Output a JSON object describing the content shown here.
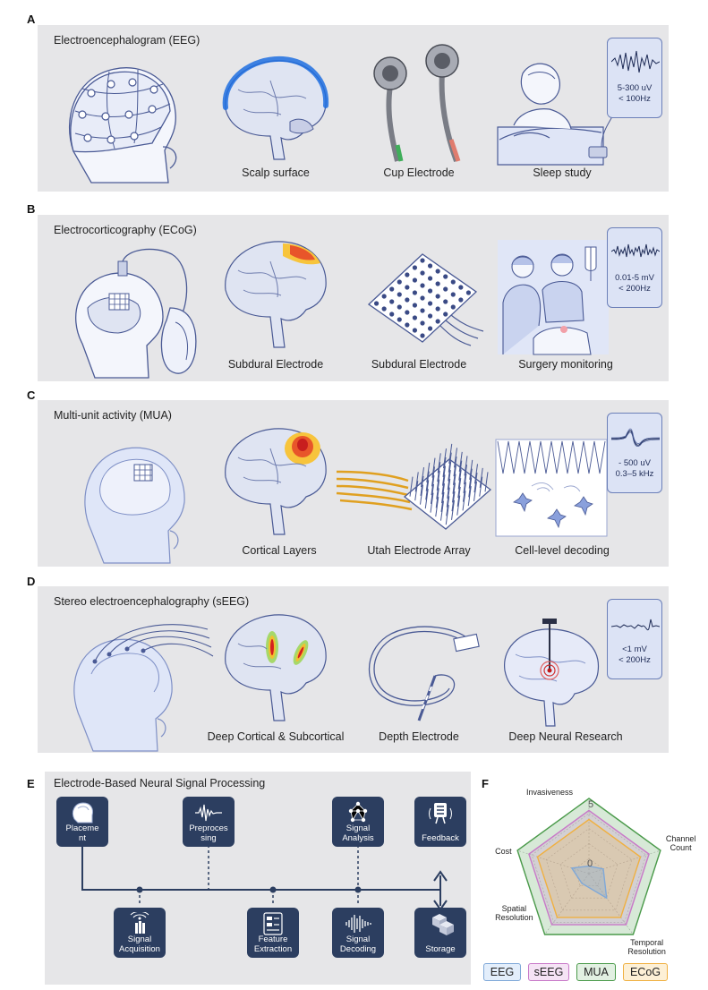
{
  "panels": {
    "a": {
      "letter": "A",
      "title": "Electroencephalogram (EEG)",
      "captions": [
        "Scalp surface",
        "Cup Electrode",
        "Sleep study"
      ],
      "signal": {
        "line1": "5-300 uV",
        "line2": "< 100Hz"
      }
    },
    "b": {
      "letter": "B",
      "title": "Electrocorticography (ECoG)",
      "captions": [
        "Subdural Electrode",
        "Subdural Electrode",
        "Surgery monitoring"
      ],
      "signal": {
        "line1": "0.01-5 mV",
        "line2": "< 200Hz"
      }
    },
    "c": {
      "letter": "C",
      "title": "Multi-unit activity (MUA)",
      "captions": [
        "Cortical Layers",
        "Utah Electrode Array",
        "Cell-level decoding"
      ],
      "signal": {
        "line1": "- 500 uV",
        "line2": "0.3–5 kHz"
      }
    },
    "d": {
      "letter": "D",
      "title": "Stereo electroencephalography (sEEG)",
      "captions": [
        "Deep Cortical & Subcortical",
        "Depth Electrode",
        "Deep Neural Research"
      ],
      "signal": {
        "line1": "<1 mV",
        "line2": "< 200Hz"
      }
    },
    "e": {
      "letter": "E",
      "title": "Electrode-Based Neural Signal Processing",
      "top_nodes": [
        {
          "line1": "Placeme",
          "line2": "nt",
          "icon": "head-icon"
        },
        {
          "line1": "Preproces",
          "line2": "sing",
          "icon": "waveform-icon"
        },
        {
          "line1": "Signal",
          "line2": "Analysis",
          "icon": "network-icon"
        },
        {
          "line1": "",
          "line2": "Feedback",
          "icon": "hand-device-icon"
        }
      ],
      "bottom_nodes": [
        {
          "line1": "Signal",
          "line2": "Acquisition",
          "icon": "antenna-icon"
        },
        {
          "line1": "Feature",
          "line2": "Extraction",
          "icon": "form-icon"
        },
        {
          "line1": "Signal",
          "line2": "Decoding",
          "icon": "soundwave-icon"
        },
        {
          "line1": "",
          "line2": "Storage",
          "icon": "boxes-icon"
        }
      ]
    },
    "f": {
      "letter": "F",
      "chart_data": {
        "type": "radar",
        "axes": [
          "Invasiveness",
          "Channel Count",
          "Temporal Resolution",
          "Spatial Resolution",
          "Cost"
        ],
        "axis_labels": [
          {
            "line1": "Invasiveness",
            "line2": ""
          },
          {
            "line1": "Channel",
            "line2": "Count"
          },
          {
            "line1": "Temporal",
            "line2": "Resolution"
          },
          {
            "line1": "Spatial",
            "line2": "Resolution"
          },
          {
            "line1": "Cost",
            "line2": ""
          }
        ],
        "scale_labels": {
          "max": "5",
          "min": "0"
        },
        "range": [
          0,
          5
        ],
        "series": [
          {
            "name": "EEG",
            "values": [
              0.5,
              1.0,
              2.0,
              0.8,
              1.2
            ],
            "color": "#7fa8d8"
          },
          {
            "name": "sEEG",
            "values": [
              4.2,
              4.2,
              4.2,
              4.2,
              4.2
            ],
            "color": "#c878c8"
          },
          {
            "name": "MUA",
            "values": [
              5,
              5,
              5,
              5,
              5
            ],
            "color": "#4a9a4a"
          },
          {
            "name": "ECoG",
            "values": [
              3.6,
              3.6,
              3.6,
              3.6,
              3.6
            ],
            "color": "#f0b040"
          }
        ]
      }
    }
  }
}
